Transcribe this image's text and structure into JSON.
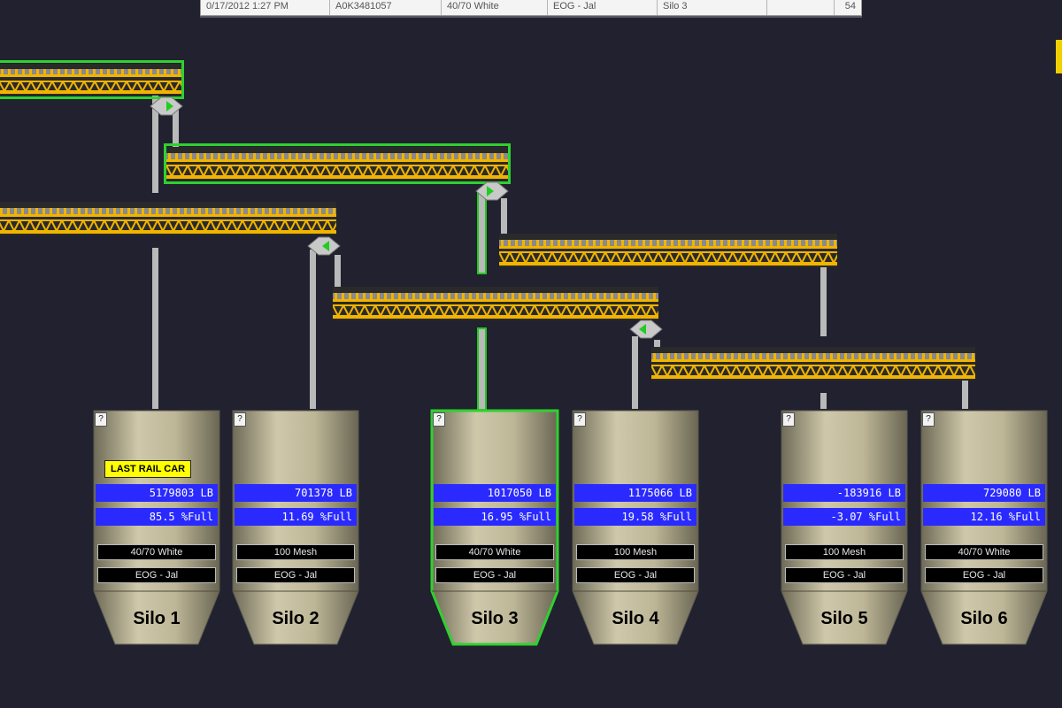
{
  "colors": {
    "background": "#21212f",
    "conveyor": "#f1b400",
    "active_outline": "#2fd12f",
    "reading_box": "#2a2aff",
    "silo_body": "#b3ac8f",
    "last_car_badge": "#ffff00"
  },
  "header_table": {
    "cells": [
      "0/17/2012 1:27 PM",
      "A0K3481057",
      "40/70 White",
      "EOG - Jal",
      "Silo 3",
      "",
      "54"
    ]
  },
  "conveyors": [
    {
      "id": "conveyor-1",
      "active": true
    },
    {
      "id": "conveyor-2",
      "active": true
    },
    {
      "id": "conveyor-3",
      "active": false
    },
    {
      "id": "conveyor-4",
      "active": false
    },
    {
      "id": "conveyor-5",
      "active": false
    },
    {
      "id": "conveyor-6",
      "active": false
    }
  ],
  "silos": [
    {
      "name": "Silo 1",
      "help": "?",
      "badge": "LAST RAIL CAR",
      "weight": "5179803 LB",
      "fill": "85.5 %Full",
      "fill_percent": 85.5,
      "product": "40/70 White",
      "customer": "EOG - Jal",
      "selected": false
    },
    {
      "name": "Silo 2",
      "help": "?",
      "badge": "",
      "weight": "701378 LB",
      "fill": "11.69 %Full",
      "fill_percent": 11.69,
      "product": "100 Mesh",
      "customer": "EOG - Jal",
      "selected": false
    },
    {
      "name": "Silo 3",
      "help": "?",
      "badge": "",
      "weight": "1017050 LB",
      "fill": "16.95 %Full",
      "fill_percent": 16.95,
      "product": "40/70 White",
      "customer": "EOG - Jal",
      "selected": true
    },
    {
      "name": "Silo 4",
      "help": "?",
      "badge": "",
      "weight": "1175066 LB",
      "fill": "19.58 %Full",
      "fill_percent": 19.58,
      "product": "100 Mesh",
      "customer": "EOG - Jal",
      "selected": false
    },
    {
      "name": "Silo 5",
      "help": "?",
      "badge": "",
      "weight": "-183916 LB",
      "fill": "-3.07 %Full",
      "fill_percent": -3.07,
      "product": "100 Mesh",
      "customer": "EOG - Jal",
      "selected": false
    },
    {
      "name": "Silo 6",
      "help": "?",
      "badge": "",
      "weight": "729080 LB",
      "fill": "12.16 %Full",
      "fill_percent": 12.16,
      "product": "40/70 White",
      "customer": "EOG - Jal",
      "selected": false
    }
  ]
}
